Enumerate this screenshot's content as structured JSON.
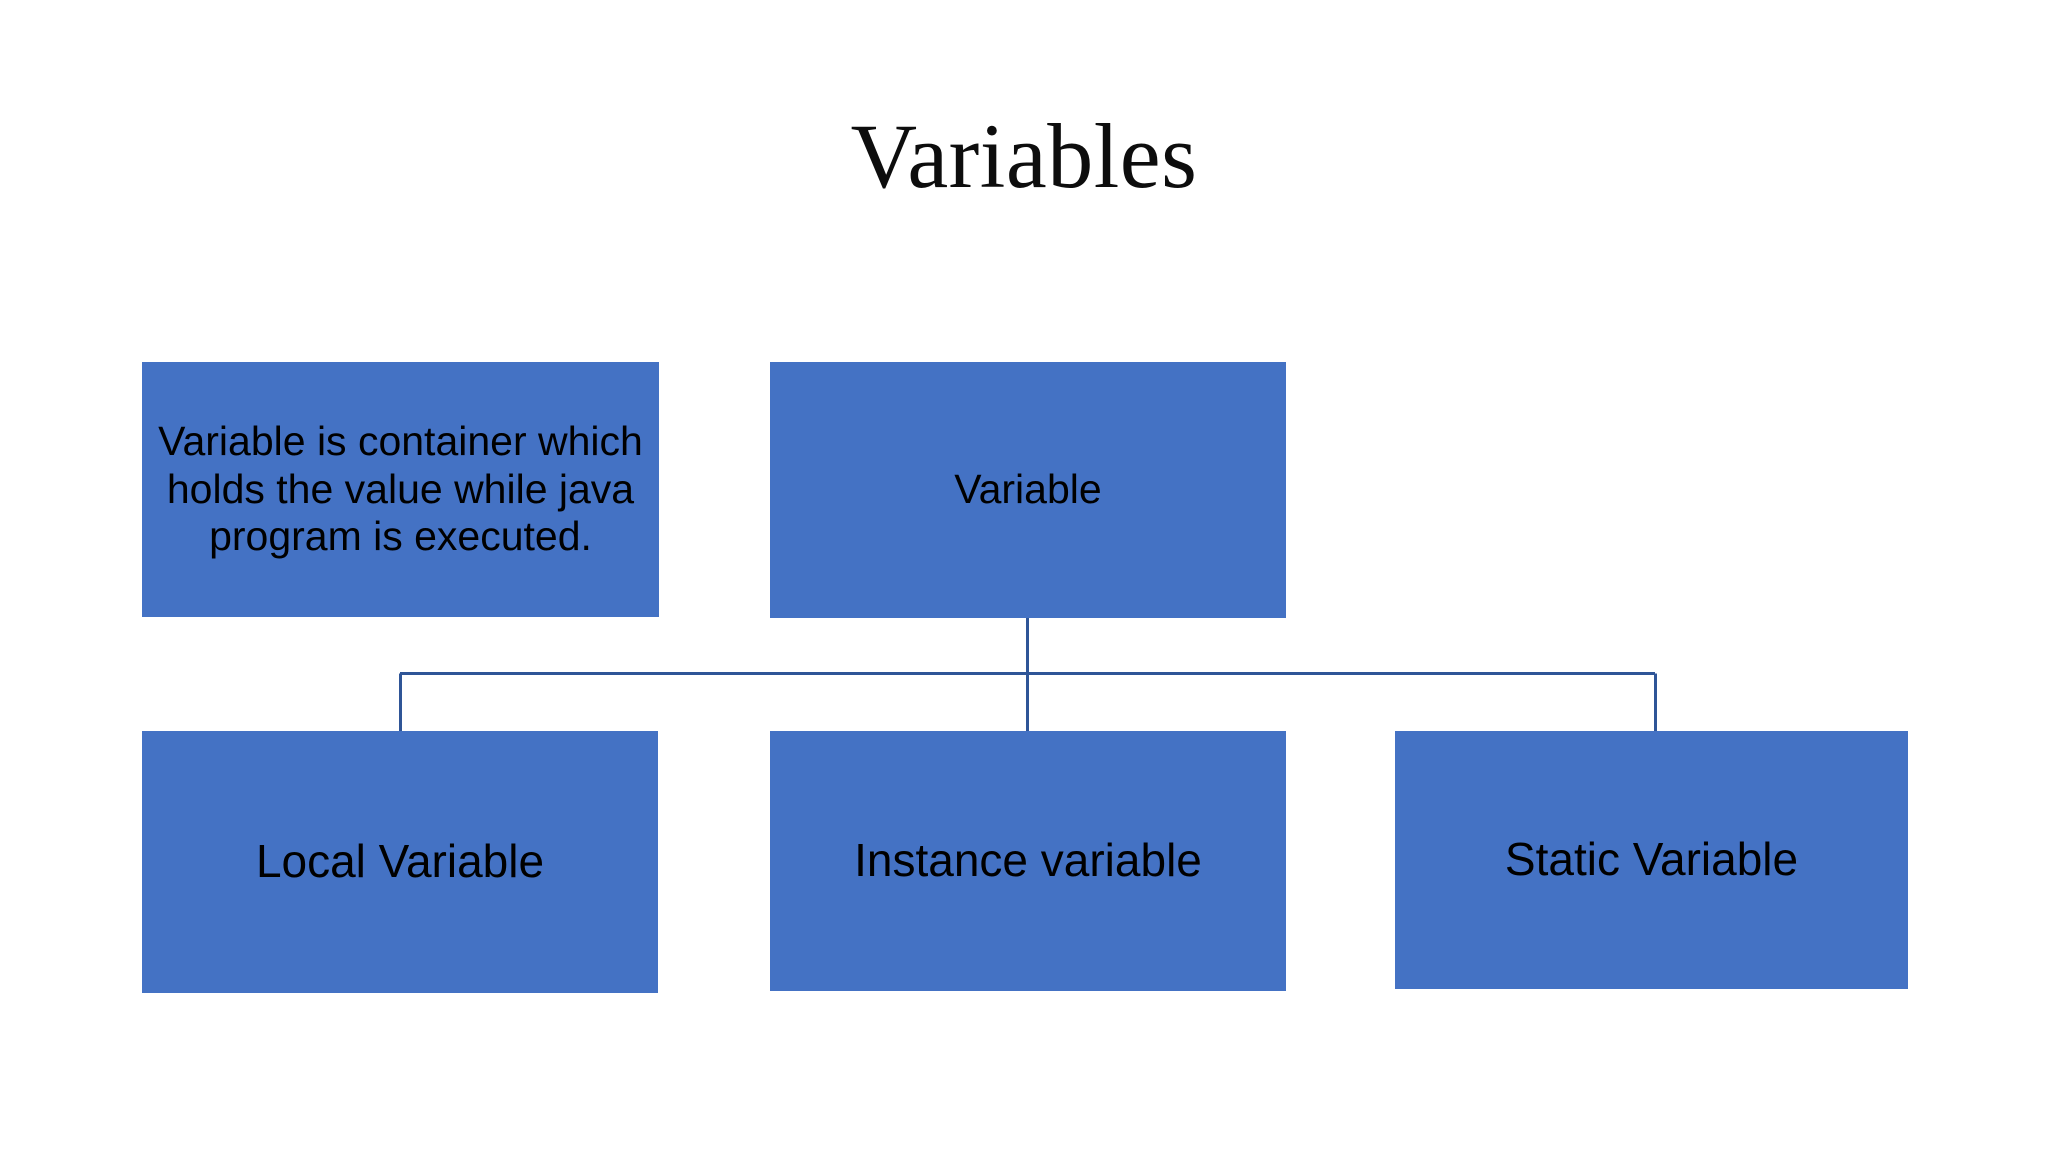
{
  "slide": {
    "title": "Variables",
    "background_color": "#FFFFFF"
  },
  "theme": {
    "box_fill": "#4472C4",
    "box_text_color": "#000000",
    "connector_color": "#2F5597",
    "title_color": "#0D0D0D"
  },
  "diagram": {
    "type": "tree",
    "description_box": {
      "text": "Variable is container which holds the value while java program is executed."
    },
    "root": {
      "label": "Variable"
    },
    "children": [
      {
        "label": "Local Variable"
      },
      {
        "label": "Instance variable"
      },
      {
        "label": "Static Variable"
      }
    ]
  }
}
